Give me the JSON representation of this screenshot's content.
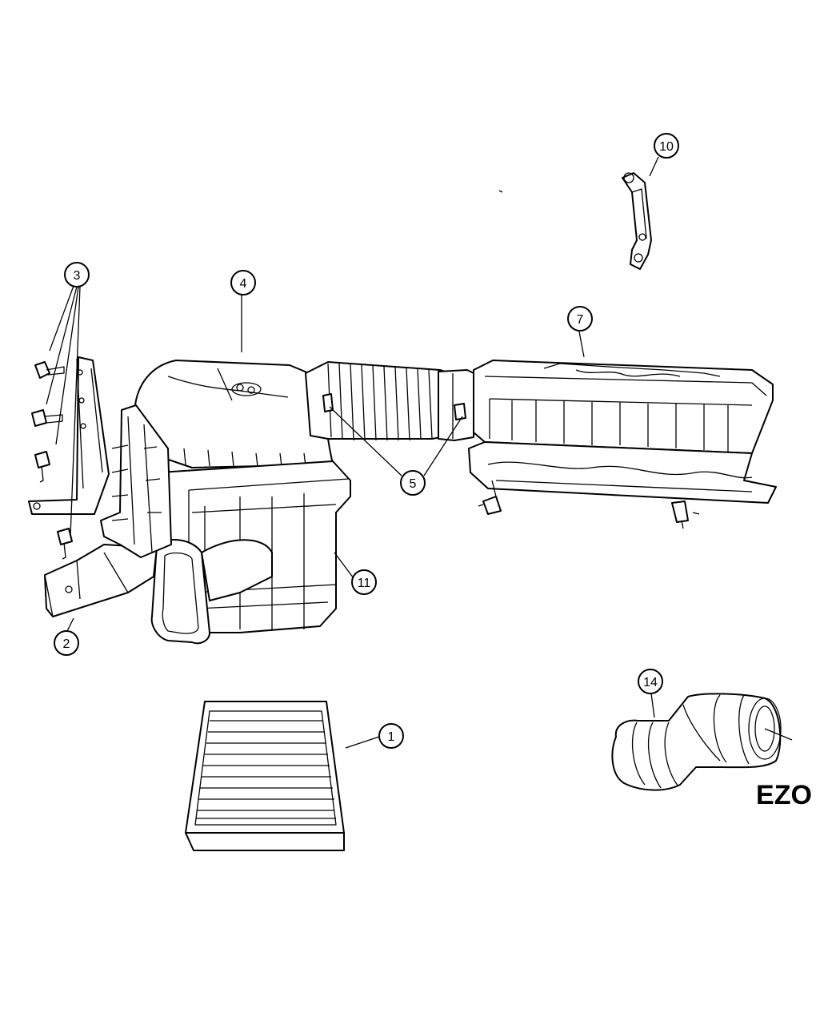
{
  "diagram": {
    "code_label": "EZO",
    "callouts": [
      {
        "id": "c1",
        "label": "1"
      },
      {
        "id": "c2",
        "label": "2"
      },
      {
        "id": "c3",
        "label": "3"
      },
      {
        "id": "c4",
        "label": "4"
      },
      {
        "id": "c5",
        "label": "5"
      },
      {
        "id": "c7",
        "label": "7"
      },
      {
        "id": "c10",
        "label": "10"
      },
      {
        "id": "c11",
        "label": "11"
      },
      {
        "id": "c14",
        "label": "14"
      }
    ]
  }
}
